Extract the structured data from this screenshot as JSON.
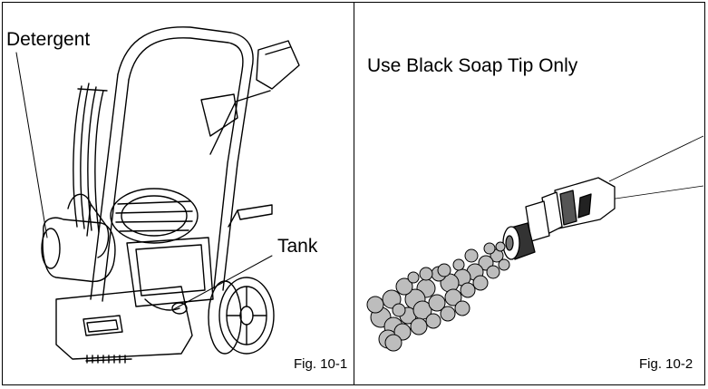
{
  "figure_left": {
    "callout_detergent": "Detergent",
    "callout_tank": "Tank",
    "caption": "Fig. 10-1"
  },
  "figure_right": {
    "instruction": "Use Black Soap Tip Only",
    "caption": "Fig. 10-2"
  }
}
